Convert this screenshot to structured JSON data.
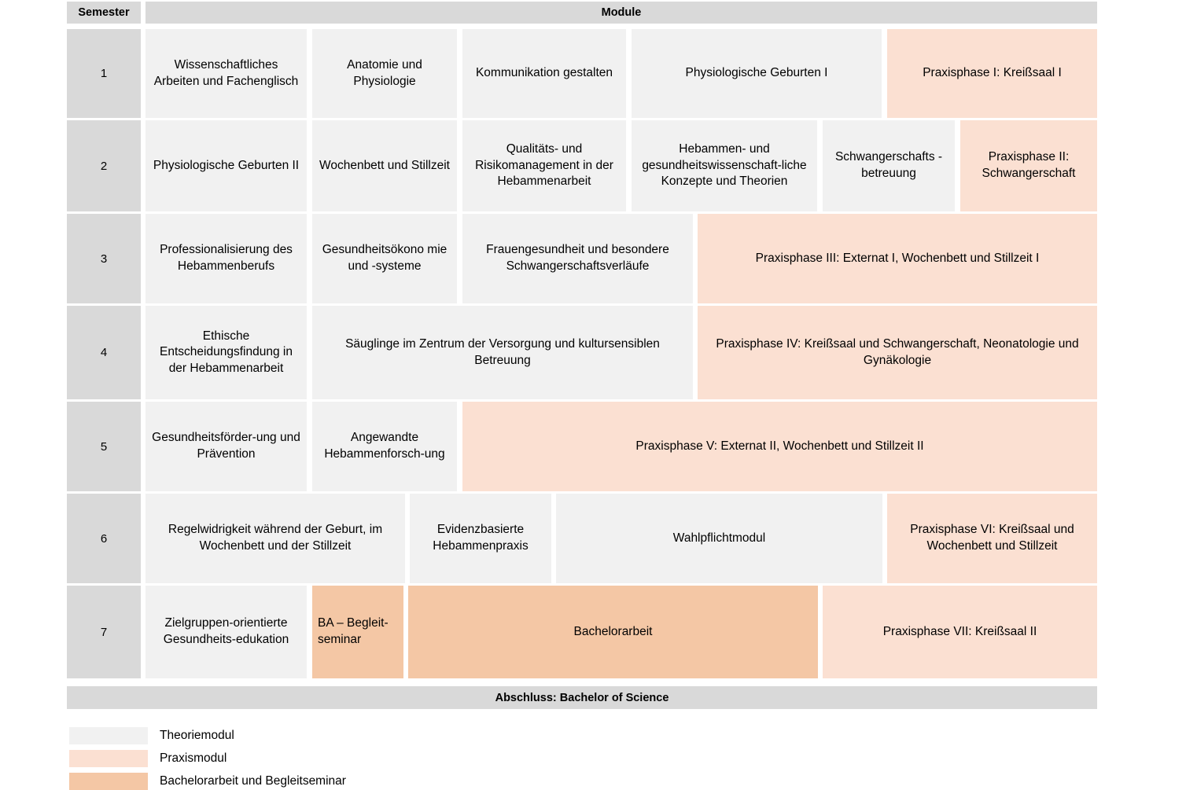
{
  "header": {
    "semester_label": "Semester",
    "module_label": "Module"
  },
  "footer": {
    "abschluss": "Abschluss: Bachelor of Science"
  },
  "colors": {
    "theorie": "#f1f1f1",
    "praxis": "#fbe0d2",
    "bachelorarbeit": "#f4c7a5",
    "header_gray": "#d9d9d9"
  },
  "semesters": [
    {
      "number": "1"
    },
    {
      "number": "2"
    },
    {
      "number": "3"
    },
    {
      "number": "4"
    },
    {
      "number": "5"
    },
    {
      "number": "6"
    },
    {
      "number": "7"
    }
  ],
  "modules": {
    "s1": [
      {
        "label": "Wissenschaftliches Arbeiten und Fachenglisch",
        "type": "theorie"
      },
      {
        "label": "Anatomie und Physiologie",
        "type": "theorie"
      },
      {
        "label": "Kommunikation gestalten",
        "type": "theorie"
      },
      {
        "label": "Physiologische Geburten I",
        "type": "theorie"
      },
      {
        "label": "Praxisphase I: Kreißsaal I",
        "type": "praxis"
      }
    ],
    "s2": [
      {
        "label": "Physiologische Geburten II",
        "type": "theorie"
      },
      {
        "label": "Wochenbett und Stillzeit",
        "type": "theorie"
      },
      {
        "label": "Qualitäts- und Risikomanagement in der Hebammenarbeit",
        "type": "theorie"
      },
      {
        "label": "Hebammen- und gesundheitswissenschaft-liche Konzepte und Theorien",
        "type": "theorie"
      },
      {
        "label": "Schwangerschafts -betreuung",
        "type": "theorie"
      },
      {
        "label": "Praxisphase II: Schwangerschaft",
        "type": "praxis"
      }
    ],
    "s3": [
      {
        "label": "Professionalisierung des Hebammenberufs",
        "type": "theorie"
      },
      {
        "label": "Gesundheitsökono mie und -systeme",
        "type": "theorie"
      },
      {
        "label": "Frauengesundheit und besondere Schwangerschaftsverläufe",
        "type": "theorie"
      },
      {
        "label": "Praxisphase III: Externat I, Wochenbett und Stillzeit I",
        "type": "praxis"
      }
    ],
    "s4": [
      {
        "label": "Ethische Entscheidungsfindung in der Hebammenarbeit",
        "type": "theorie"
      },
      {
        "label": "Säuglinge im Zentrum der Versorgung und kultursensiblen Betreuung",
        "type": "theorie"
      },
      {
        "label": "Praxisphase IV: Kreißsaal und Schwangerschaft, Neonatologie und Gynäkologie",
        "type": "praxis"
      }
    ],
    "s5": [
      {
        "label": "Gesundheitsförder-ung und Prävention",
        "type": "theorie"
      },
      {
        "label": "Angewandte Hebammenforsch-ung",
        "type": "theorie"
      },
      {
        "label": "Praxisphase V: Externat II, Wochenbett und Stillzeit II",
        "type": "praxis"
      }
    ],
    "s6": [
      {
        "label": "Regelwidrigkeit während der Geburt, im Wochenbett und der Stillzeit",
        "type": "theorie"
      },
      {
        "label": "Evidenzbasierte Hebammenpraxis",
        "type": "theorie"
      },
      {
        "label": "Wahlpflichtmodul",
        "type": "theorie"
      },
      {
        "label": "Praxisphase VI: Kreißsaal und Wochenbett und Stillzeit",
        "type": "praxis"
      }
    ],
    "s7": [
      {
        "label": "Zielgruppen-orientierte Gesundheits-edukation",
        "type": "theorie"
      },
      {
        "label": "BA – Begleit-seminar",
        "type": "bachelorarbeit"
      },
      {
        "label": "Bachelorarbeit",
        "type": "bachelorarbeit"
      },
      {
        "label": "Praxisphase VII: Kreißsaal II",
        "type": "praxis"
      }
    ]
  },
  "legend": [
    {
      "label": "Theoriemodul",
      "type": "theorie"
    },
    {
      "label": "Praxismodul",
      "type": "praxis"
    },
    {
      "label": "Bachelorarbeit und Begleitseminar",
      "type": "bachelorarbeit"
    }
  ]
}
